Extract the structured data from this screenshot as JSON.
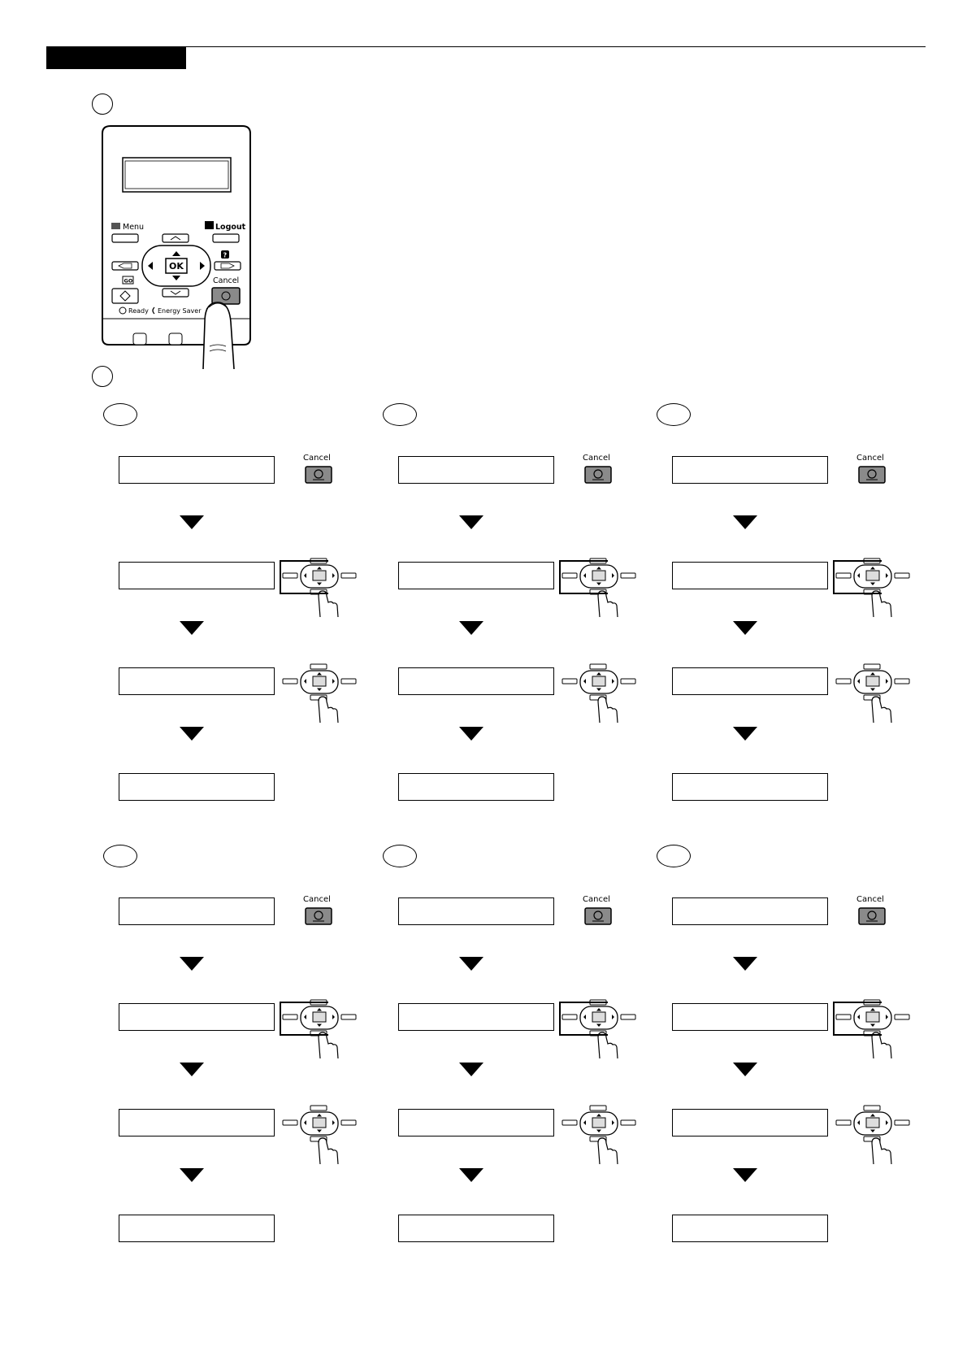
{
  "panel": {
    "labels": {
      "menu": "Menu",
      "logout": "Logout",
      "ok": "OK",
      "cancel": "Cancel",
      "ready": "Ready",
      "energy_saver": "Energy Saver",
      "go": "GO",
      "help": "?"
    }
  },
  "procedure_columns": [
    {
      "id": "col-1",
      "blocks": 2
    },
    {
      "id": "col-2",
      "blocks": 2
    },
    {
      "id": "col-3",
      "blocks": 2
    }
  ],
  "cancel_button_label": "Cancel",
  "icons": {
    "cancel": "cancel-stop-icon",
    "navigation": "navigation-pad-icon",
    "hand": "pointing-hand-icon",
    "arrow": "down-arrow-icon"
  }
}
